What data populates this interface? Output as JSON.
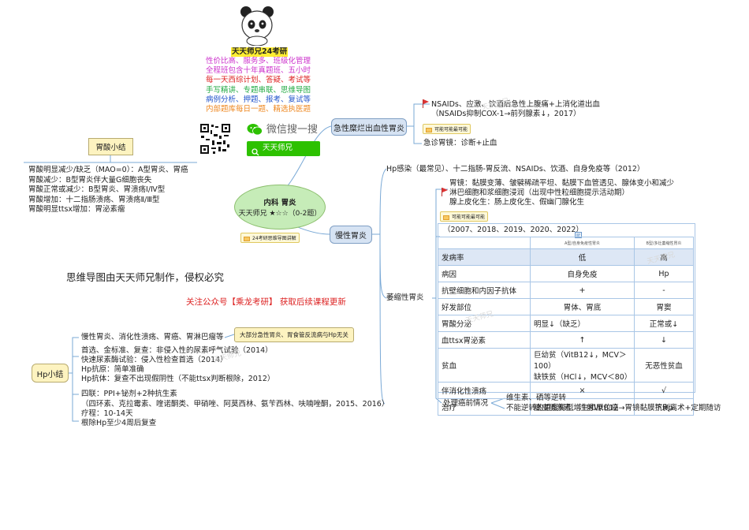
{
  "brand": {
    "title": "天天师兄24考研",
    "lines": [
      {
        "text": "性价比高、服务多、班级化管理",
        "color": "#cc33cc"
      },
      {
        "text": "全程班包含十年真题班、五小时",
        "color": "#cc33cc"
      },
      {
        "text": "每一天西综计划、答疑、考试等",
        "color": "#dd2222"
      },
      {
        "text": "手写精讲、专题串联、思维导图",
        "color": "#22aa44"
      },
      {
        "text": "病例分析、押题、报考、复试等",
        "color": "#2255cc"
      },
      {
        "text": "内部题库每日一题、精选执医题",
        "color": "#ee8822"
      }
    ],
    "wechat_label": "微信搜一搜",
    "search_text": "天天师兄"
  },
  "center": {
    "line1": "内科 胃炎",
    "line2": "天天师兄 ★☆☆（0-2题）",
    "tag": "24考研思维导图讲解"
  },
  "copyright": "思维导图由天天师兄制作，侵权必究",
  "follow": "关注公众号【乘龙考研】 获取后续课程更新",
  "acid": {
    "label": "胃酸小结",
    "items": [
      "胃酸明显减少/缺乏（MAO=0）：A型胃炎、胃癌",
      "胃酸减少：B型胃炎伴大量G细胞丧失",
      "胃酸正常或减少：B型胃炎、胃溃疡Ⅰ/Ⅳ型",
      "胃酸增加：十二指肠溃疡、胃溃疡Ⅱ/Ⅲ型",
      "胃酸明显ttsx增加：胃泌素瘤"
    ]
  },
  "acute": {
    "label": "急性糜烂出血性胃炎",
    "line1": "NSAIDs、应激、饮酒后急性上腹痛+上消化道出血",
    "line2": "（NSAIDs抑制COX-1→前列腺素↓，2017）",
    "tag": "可能可能最可能",
    "line3": "急诊胃镜：诊断+止血"
  },
  "chronic": {
    "label": "慢性胃炎",
    "cause": "Hp感染（最常见）、十二指肠-胃反流、NSAIDs、饮酒、自身免疫等（2012）",
    "scope": "胃镜：黏膜变薄、皱襞稀疏平坦、黏膜下血管透见、腺体变小和减少",
    "lymph": "淋巴细胞和浆细胞浸润（出现中性粒细胞提示活动期）",
    "metaplasia": "腺上皮化生：肠上皮化生、假幽门腺化生",
    "tag": "可能可能最可能",
    "atrophic": "萎缩性胃炎",
    "years": "（2007、2018、2019、2020、2022）",
    "treatment_label": "处理癌前情况",
    "treatment1": "维生素、硒等逆转",
    "treatment2": "不能逆转的重度异型增生和原位癌→胃镜黏膜下剥离术+定期随访"
  },
  "table": {
    "col_a": "A型/自身免疫性胃炎",
    "col_b": "B型/多灶萎缩性胃炎",
    "rows": [
      {
        "k": "发病率",
        "a": "低",
        "b": "高"
      },
      {
        "k": "病因",
        "a": "自身免疫",
        "b": "Hp"
      },
      {
        "k": "抗壁细胞和内因子抗体",
        "a": "+",
        "b": "-"
      },
      {
        "k": "好发部位",
        "a": "胃体、胃底",
        "b": "胃窦"
      },
      {
        "k": "胃酸分泌",
        "a": "明显↓（缺乏）",
        "b": "正常或↓"
      },
      {
        "k": "血ttsx胃泌素",
        "a": "↑",
        "b": "↓"
      },
      {
        "k": "贫血",
        "a": "巨幼贫（VitB12↓，MCV＞100）",
        "a2": "缺铁贫（HCl↓，MCV＜80）",
        "b": "无恶性贫血"
      },
      {
        "k": "伴消化性溃疡",
        "a": "×",
        "b": "√"
      },
      {
        "k": "治疗",
        "a": "糖皮质激素、注射VitB12",
        "b": "抗Hp"
      }
    ]
  },
  "hp": {
    "label": "Hp小结",
    "callout": "大部分急性胃炎、胃食管反流病与Hp无关",
    "l1": "慢性胃炎、消化性溃疡、胃癌、胃淋巴瘤等",
    "l2": "首选、金标准、复查：非侵入性的尿素呼气试验（2014）",
    "l3": "快速尿素酶试验：侵入性检查首选（2014）",
    "l4": "Hp抗原：简单准确",
    "l5": "Hp抗体：复查不出现假阴性（不能ttsx判断根除，2012）",
    "l6": "四联：PPI+铋剂+2种抗生素",
    "l7": "（四环素、克拉霉素、喹诺酮类、甲硝唑、阿莫西林、氨苄西林、呋喃唑酮，2015、2016）",
    "l8": "疗程：10-14天",
    "l9": "根除Hp至少4周后复查"
  },
  "watermark": "天天师兄",
  "colors": {
    "node": "#d6e3f3",
    "center": "#c6ecb8",
    "yellow": "#fdf3c0",
    "red": "#dd2222"
  }
}
